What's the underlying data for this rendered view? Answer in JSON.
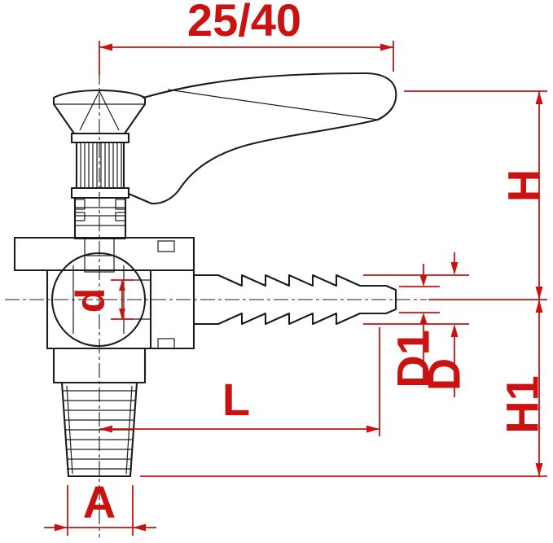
{
  "drawing": {
    "title": "Angle valve with lever handle and hose barb outlet - dimensioned outline drawing",
    "background": "#ffffff",
    "colors": {
      "lines": "#1c1c1c",
      "dimensions": "#cc1111"
    },
    "dims": {
      "span": "25/40",
      "h": "H",
      "h1": "H1",
      "d_outer": "D",
      "d1": "D1",
      "l": "L",
      "a": "A",
      "d_bore": "d"
    }
  }
}
